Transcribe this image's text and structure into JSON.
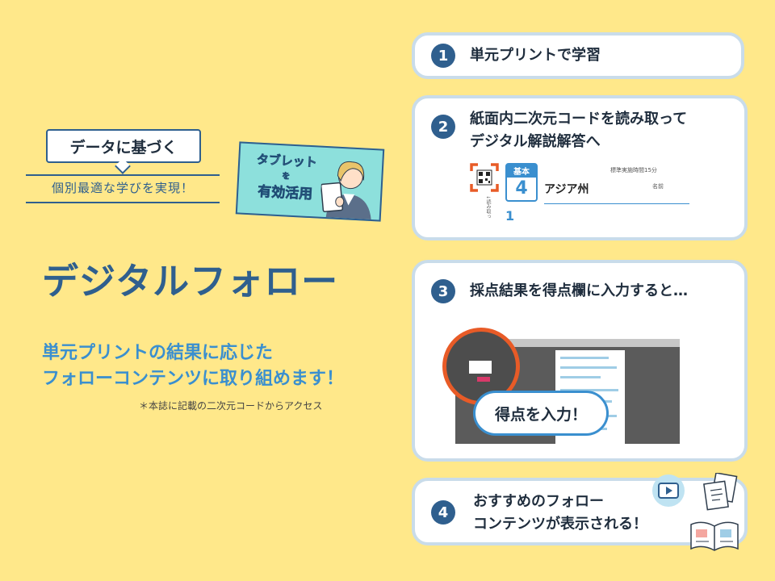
{
  "left": {
    "badge": "データに基づく",
    "subtitle": "個別最適な学びを実現！",
    "tablet_card": {
      "line1": "タブレット",
      "line2": "を",
      "line3": "有効活用"
    },
    "main_title": "デジタルフォロー",
    "desc_line1": "単元プリントの結果に応じた",
    "desc_line2": "フォローコンテンツに取り組めます！",
    "note": "＊本誌に記載の二次元コードからアクセス"
  },
  "steps": [
    {
      "num": "1",
      "text1": "単元プリントで学習",
      "text2": ""
    },
    {
      "num": "2",
      "text1": "紙面内二次元コードを読み取って",
      "text2": "デジタル解説解答へ"
    },
    {
      "num": "3",
      "text1": "採点結果を得点欄に入力すると…",
      "text2": ""
    },
    {
      "num": "4",
      "text1": "おすすめのフォロー",
      "text2": "コンテンツが表示される！"
    }
  ],
  "worksheet": {
    "kihon_label": "基本",
    "kihon_num": "4",
    "title": "アジア州",
    "small_label": "標準実施時間15分",
    "name_label": "名前",
    "section_num": "1",
    "vertical_text": "↓読み取っ"
  },
  "bubble_text": "得点を入力！",
  "colors": {
    "background": "#ffe88a",
    "primary": "#2f5f8e",
    "accent_blue": "#3a8fcf",
    "highlight": "#e85b27"
  }
}
